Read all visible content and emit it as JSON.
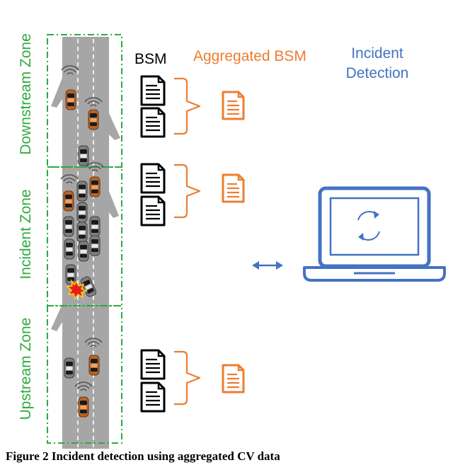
{
  "zones": {
    "downstream": "Downstream Zone",
    "incident": "Incident Zone",
    "upstream": "Upstream Zone"
  },
  "headers": {
    "bsm": "BSM",
    "aggregated": "Aggregated BSM",
    "incident_line1": "Incident",
    "incident_line2": "Detection"
  },
  "caption": "Figure 2 Incident detection using aggregated CV data",
  "colors": {
    "zone_border": "#2eaa3e",
    "bracket": "#ed7d31",
    "detection": "#4472c4",
    "road": "#a6a6a6"
  },
  "icons": [
    "document-icon",
    "aggregated-document-icon",
    "laptop-icon",
    "refresh-icon",
    "double-arrow-icon",
    "car-icon",
    "connected-car-icon",
    "wifi-signal-icon",
    "crash-icon"
  ]
}
